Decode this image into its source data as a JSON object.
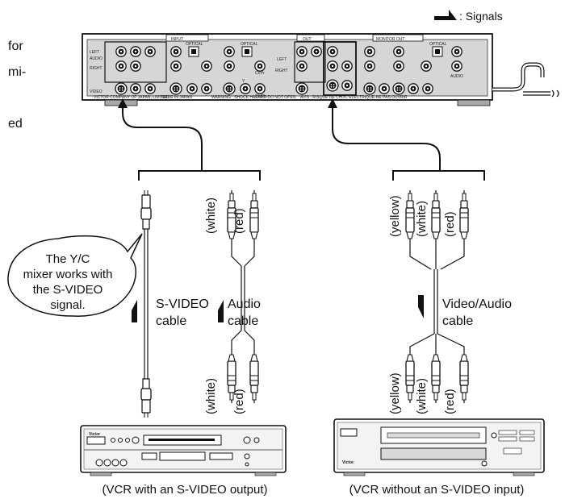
{
  "legend": {
    "signals_label": ": Signals"
  },
  "left_margin_fragments": [
    "for",
    "mi-",
    "ed"
  ],
  "receiver": {
    "input_label": "INPUT",
    "output_label": "OUT",
    "monitor_out_label": "MONITOR OUT",
    "optical_label": "OPTICAL",
    "left_label": "LEFT",
    "right_label": "RIGHT",
    "audio_label": "AUDIO",
    "video_label": "VIDEO",
    "crpr_label": "Cr/Pr",
    "cbpb_label": "Cb/Pb",
    "y_label": "Y",
    "company_text": "VICTOR COMPANY OF JAPAN, LIMITED.",
    "made_in_text": "MADE IN JAPAN",
    "warning_text": "WARNING : SHOCK HAZARD-DO NOT OPEN",
    "avis_text": "AVIS : RISQUE DE CHOC ELECTRIQUE-NE PAS OUVRIR"
  },
  "callout": {
    "lines": [
      "The Y/C",
      "mixer works with",
      "the S-VIDEO",
      "signal."
    ]
  },
  "svideo_cable": {
    "line1": "S-VIDEO",
    "line2": "cable"
  },
  "audio_cable": {
    "line1": "Audio",
    "line2": "cable",
    "plug_white": "(white)",
    "plug_red": "(red)"
  },
  "av_cable": {
    "line1": "Video/Audio",
    "line2": "cable",
    "plug_yellow": "(yellow)",
    "plug_white": "(white)",
    "plug_red": "(red)"
  },
  "vcr_left": {
    "caption": "(VCR with an S-VIDEO output)",
    "brand": "Victor"
  },
  "vcr_right": {
    "caption": "(VCR without an S-VIDEO input)",
    "brand": "Victor"
  }
}
